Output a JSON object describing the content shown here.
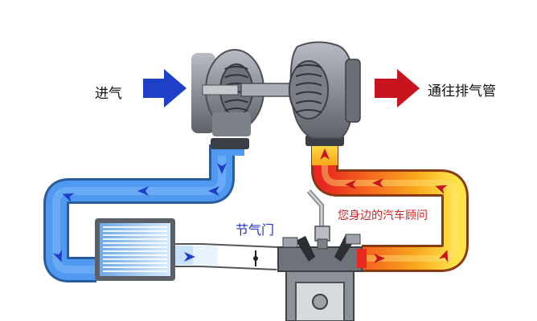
{
  "labels": {
    "intake": "进气",
    "exhaust": "通往排气管",
    "throttle": "节气门",
    "watermark": "您身边的汽车顾问"
  },
  "colors": {
    "cold_air": "#3f8fe8",
    "cold_air_light": "#a9d3fb",
    "hot_exhaust_red": "#e8281e",
    "hot_exhaust_orange": "#f7941d",
    "hot_exhaust_yellow": "#fde34a",
    "intake_arrow": "#1e3fc8",
    "exhaust_arrow": "#c8141e",
    "metal": "#8a8f96"
  },
  "icons": {
    "intake_arrow": "right-arrow-icon",
    "exhaust_arrow": "right-arrow-icon",
    "flow_arrows": "chevron-arrow-icon"
  }
}
